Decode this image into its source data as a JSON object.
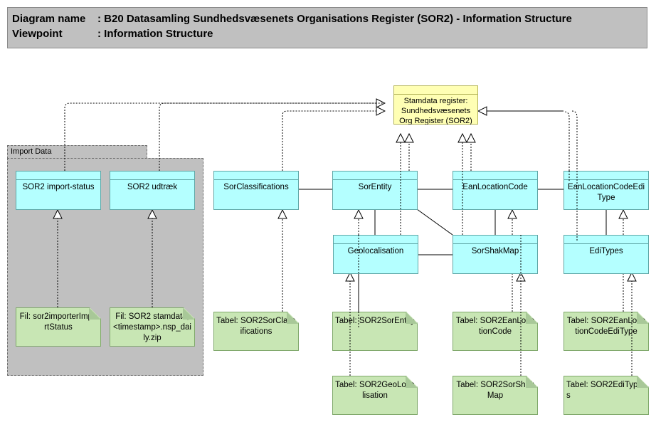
{
  "header": {
    "diagram_name_label": "Diagram name",
    "diagram_name": ": B20 Datasamling Sundhedsvæsenets Organisations Register (SOR2) - Information Structure",
    "viewpoint_label": "Viewpoint",
    "viewpoint": ": Information Structure"
  },
  "group": {
    "label": "Import Data"
  },
  "root": {
    "label": "Stamdata register: Sundhedsvæsenets Org Register (SOR2)"
  },
  "objects": {
    "import_status": "SOR2 import-status",
    "udtraek": "SOR2 udtræk",
    "sor_classifications": "SorClassifications",
    "sor_entity": "SorEntity",
    "ean_location_code": "EanLocationCode",
    "ean_location_code_edi_type": "EanLocationCodeEdiType",
    "geolocalisation": "Geolocalisation",
    "sor_shak_map": "SorShakMap",
    "edi_types": "EdiTypes"
  },
  "notes": {
    "fil_import_status": "Fil: sor2importerImportStatus",
    "fil_udtraek": "Fil: SOR2 stamdata, <timestamp>.nsp_daily.zip",
    "tabel_classifications": "Tabel: SOR2SorClassifications",
    "tabel_entity": "Tabel: SOR2SorEntity",
    "tabel_ean": "Tabel: SOR2EanLocationCode",
    "tabel_ean_edi": "Tabel: SOR2EanLocationCodeEdiType",
    "tabel_geo": "Tabel: SOR2GeoLocalisation",
    "tabel_shak": "Tabel: SOR2SorShakMap",
    "tabel_editypes": "Tabel: SOR2EdiTypes"
  }
}
